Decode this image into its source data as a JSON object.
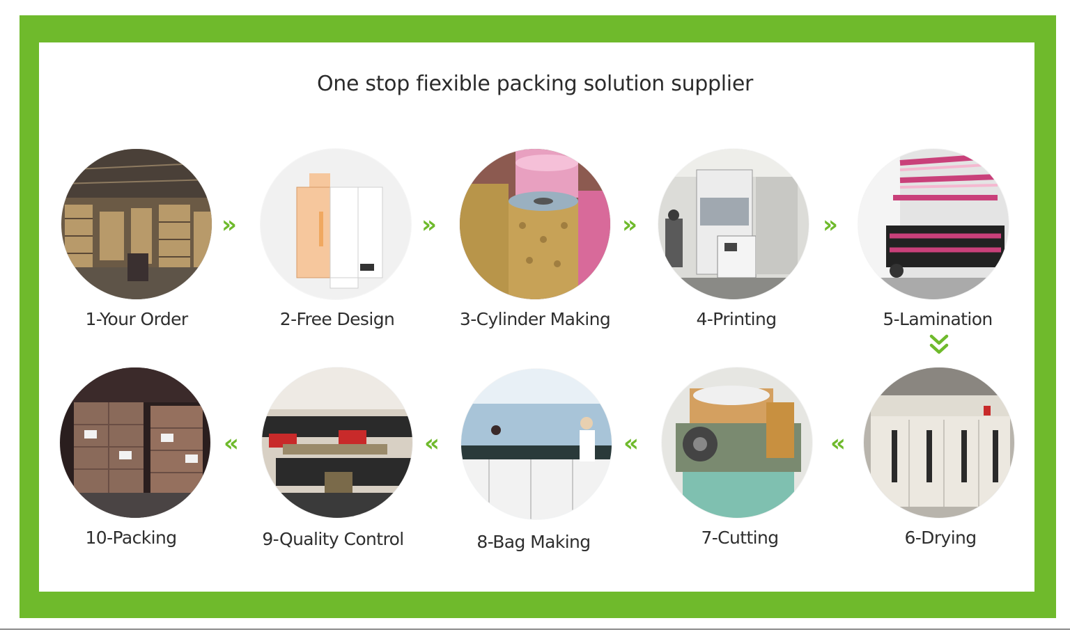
{
  "title": "One stop fiexible packing solution supplier",
  "colors": {
    "frame": "#6fba2c",
    "arrow": "#6fba2c",
    "text": "#2e2e2e"
  },
  "steps": [
    {
      "label": "1-Your Order",
      "image": "warehouse-photo"
    },
    {
      "label": "2-Free Design",
      "image": "box-dieline-design"
    },
    {
      "label": "3-Cylinder Making",
      "image": "film-rolls-photo"
    },
    {
      "label": "4-Printing",
      "image": "printing-machine-photo"
    },
    {
      "label": "5-Lamination",
      "image": "lamination-machine-photo"
    },
    {
      "label": "6-Drying",
      "image": "drying-room-photo"
    },
    {
      "label": "7-Cutting",
      "image": "slitting-machine-photo"
    },
    {
      "label": "8-Bag Making",
      "image": "laboratory-photo"
    },
    {
      "label": "9-Quality Control",
      "image": "bag-machine-photo"
    },
    {
      "label": "10-Packing",
      "image": "pallet-boxes-photo"
    }
  ],
  "arrows": {
    "right": "»",
    "left": "«"
  }
}
